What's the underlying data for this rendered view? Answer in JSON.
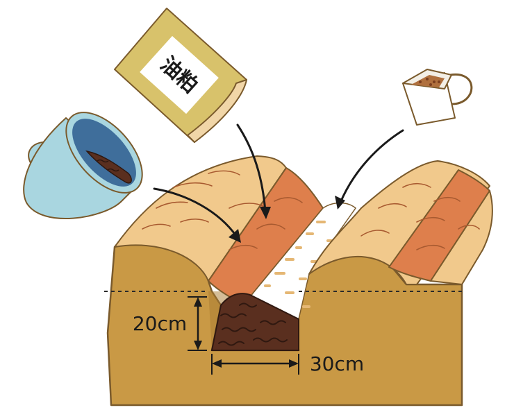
{
  "labels": {
    "bag_text": "油粕",
    "depth": "20cm",
    "width": "30cm"
  },
  "colors": {
    "soil": "#c99945",
    "soil_outline": "#7a5a2c",
    "ridge_orange": "#de7f4c",
    "ridge_light": "#f1c98c",
    "compost": "#5a2f1f",
    "compost_dark": "#2f1810",
    "fertilizer_white": "#ffffff",
    "bag_tan": "#d8c26b",
    "bucket_blue": "#a9d6e0",
    "water_blue": "#3f6e9b",
    "arrow": "#1a1a1a"
  },
  "icons": {
    "bucket": "bucket-icon",
    "bag": "fertilizer-bag-icon",
    "cup": "lime-cup-icon"
  }
}
